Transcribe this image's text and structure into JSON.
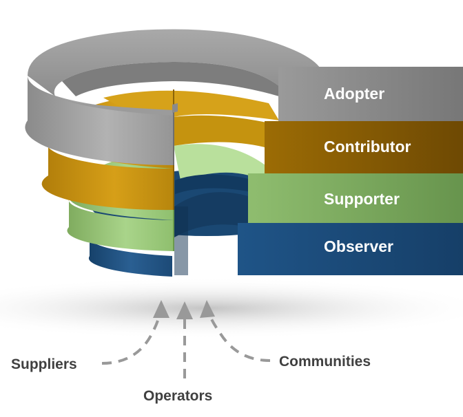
{
  "tiers": [
    {
      "label": "Adopter",
      "color": "#8e8e8e"
    },
    {
      "label": "Contributor",
      "color": "#b8860b"
    },
    {
      "label": "Supporter",
      "color": "#86b466"
    },
    {
      "label": "Observer",
      "color": "#1f4e7a"
    }
  ],
  "sources": [
    {
      "label": "Suppliers"
    },
    {
      "label": "Operators"
    },
    {
      "label": "Communities"
    }
  ],
  "colors": {
    "arrow": "#999999",
    "source_text": "#404040",
    "tier_text": "#ffffff"
  }
}
